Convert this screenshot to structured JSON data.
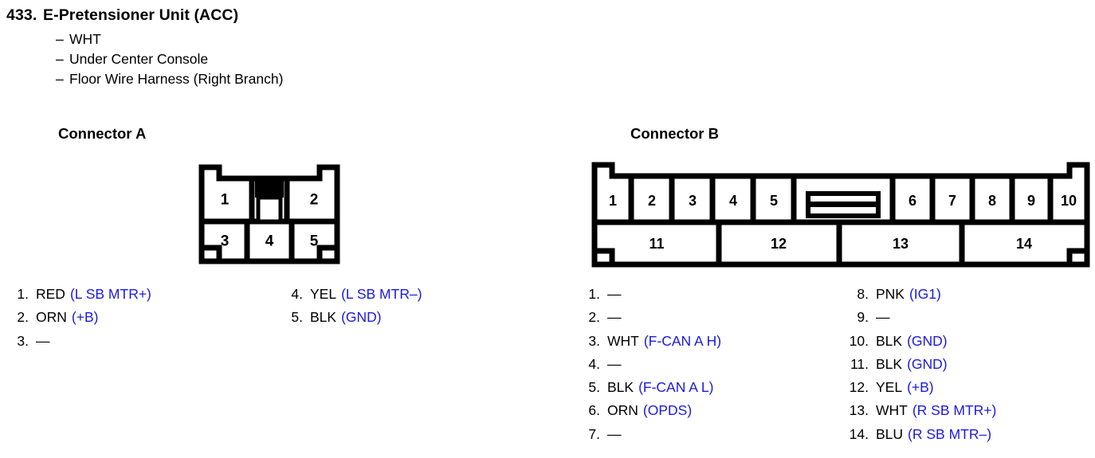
{
  "header": {
    "number": "433.",
    "title": "E-Pretensioner Unit (ACC)",
    "dash": "–",
    "details": [
      "WHT",
      "Under Center Console",
      "Floor Wire Harness (Right Branch)"
    ]
  },
  "colors": {
    "signal_blue": "#1a1ae0",
    "outline_black": "#000000",
    "page_background": "#ffffff"
  },
  "connector_a": {
    "title": "Connector A",
    "top_row_pins": [
      "1",
      "2"
    ],
    "bottom_row_pins": [
      "3",
      "4",
      "5"
    ],
    "pins_left": [
      {
        "index": "1.",
        "color": "RED",
        "signal": "(L SB MTR+)"
      },
      {
        "index": "2.",
        "color": "ORN",
        "signal": "(+B)"
      },
      {
        "index": "3.",
        "color": "",
        "signal": "",
        "empty": "—"
      }
    ],
    "pins_right": [
      {
        "index": "4.",
        "color": "YEL",
        "signal": "(L SB MTR–)"
      },
      {
        "index": "5.",
        "color": "BLK",
        "signal": "(GND)"
      }
    ]
  },
  "connector_b": {
    "title": "Connector B",
    "top_row_left_pins": [
      "1",
      "2",
      "3",
      "4",
      "5"
    ],
    "top_row_right_pins": [
      "6",
      "7",
      "8",
      "9",
      "10"
    ],
    "bottom_row_pins": [
      "11",
      "12",
      "13",
      "14"
    ],
    "pins_left": [
      {
        "index": "1.",
        "color": "",
        "signal": "",
        "empty": "—"
      },
      {
        "index": "2.",
        "color": "",
        "signal": "",
        "empty": "—"
      },
      {
        "index": "3.",
        "color": "WHT",
        "signal": "(F-CAN A H)"
      },
      {
        "index": "4.",
        "color": "",
        "signal": "",
        "empty": "—"
      },
      {
        "index": "5.",
        "color": "BLK",
        "signal": "(F-CAN A L)"
      },
      {
        "index": "6.",
        "color": "ORN",
        "signal": "(OPDS)"
      },
      {
        "index": "7.",
        "color": "",
        "signal": "",
        "empty": "—"
      }
    ],
    "pins_right": [
      {
        "index": "8.",
        "color": "PNK",
        "signal": "(IG1)"
      },
      {
        "index": "9.",
        "color": "",
        "signal": "",
        "empty": "—"
      },
      {
        "index": "10.",
        "color": "BLK",
        "signal": "(GND)"
      },
      {
        "index": "11.",
        "color": "BLK",
        "signal": "(GND)"
      },
      {
        "index": "12.",
        "color": "YEL",
        "signal": "(+B)"
      },
      {
        "index": "13.",
        "color": "WHT",
        "signal": "(R SB MTR+)"
      },
      {
        "index": "14.",
        "color": "BLU",
        "signal": "(R SB MTR–)"
      }
    ]
  }
}
